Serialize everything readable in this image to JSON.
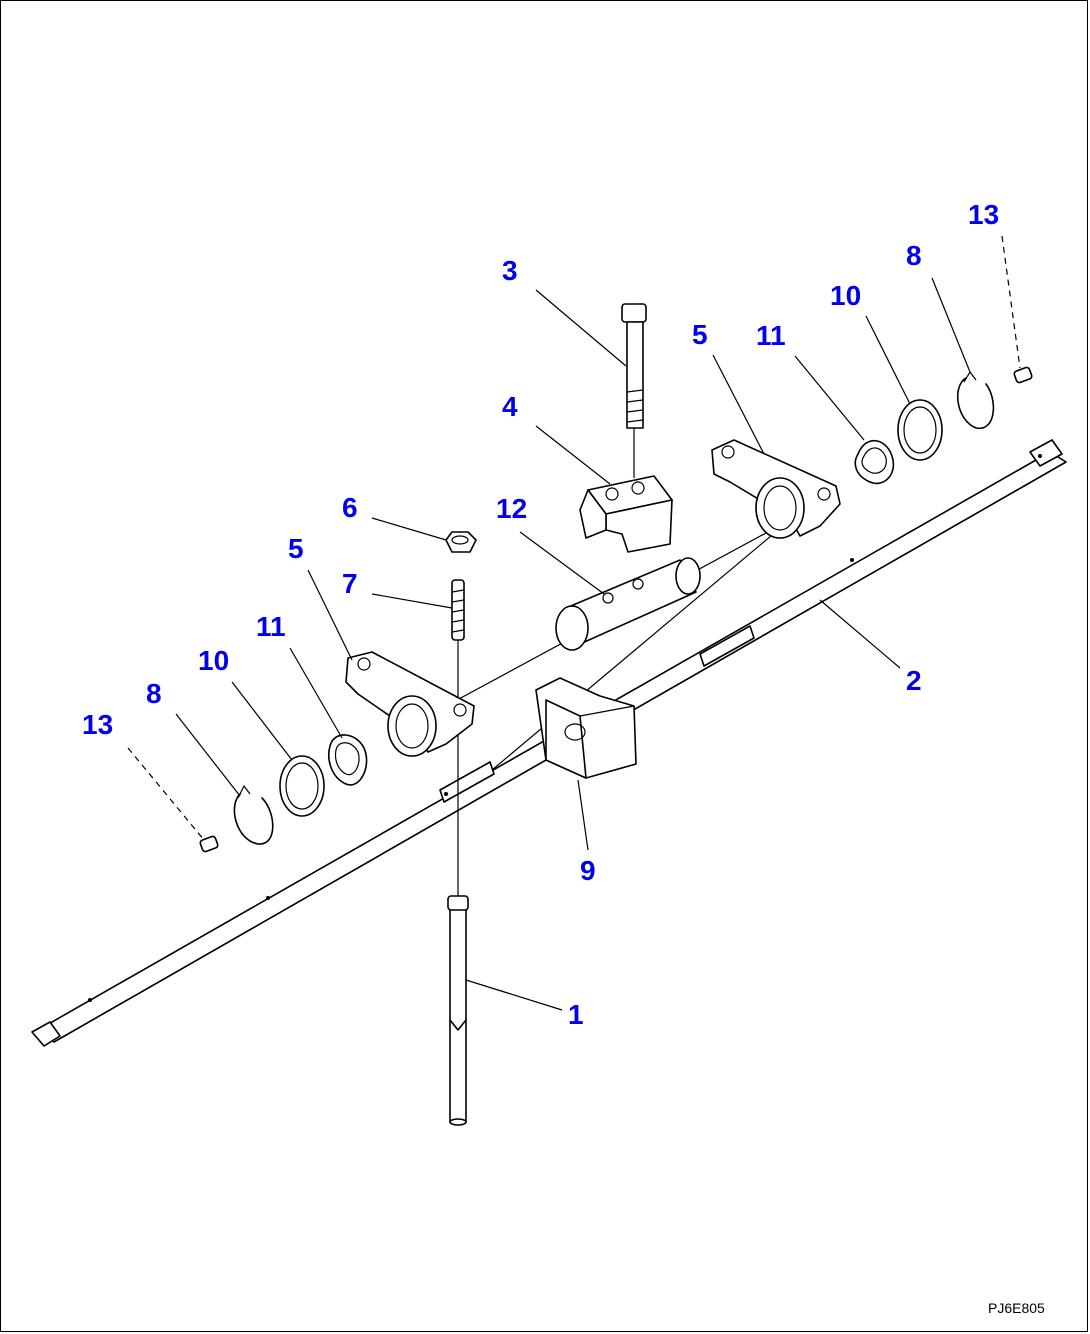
{
  "drawing_code": "PJ6E805",
  "callouts": {
    "c1": "1",
    "c2": "2",
    "c3": "3",
    "c4": "4",
    "c5a": "5",
    "c5b": "5",
    "c6": "6",
    "c7": "7",
    "c8a": "8",
    "c8b": "8",
    "c9": "9",
    "c10a": "10",
    "c10b": "10",
    "c11a": "11",
    "c11b": "11",
    "c12": "12",
    "c13a": "13",
    "c13b": "13"
  },
  "colors": {
    "callout": "#0000ee",
    "line": "#000000",
    "background": "#ffffff"
  }
}
